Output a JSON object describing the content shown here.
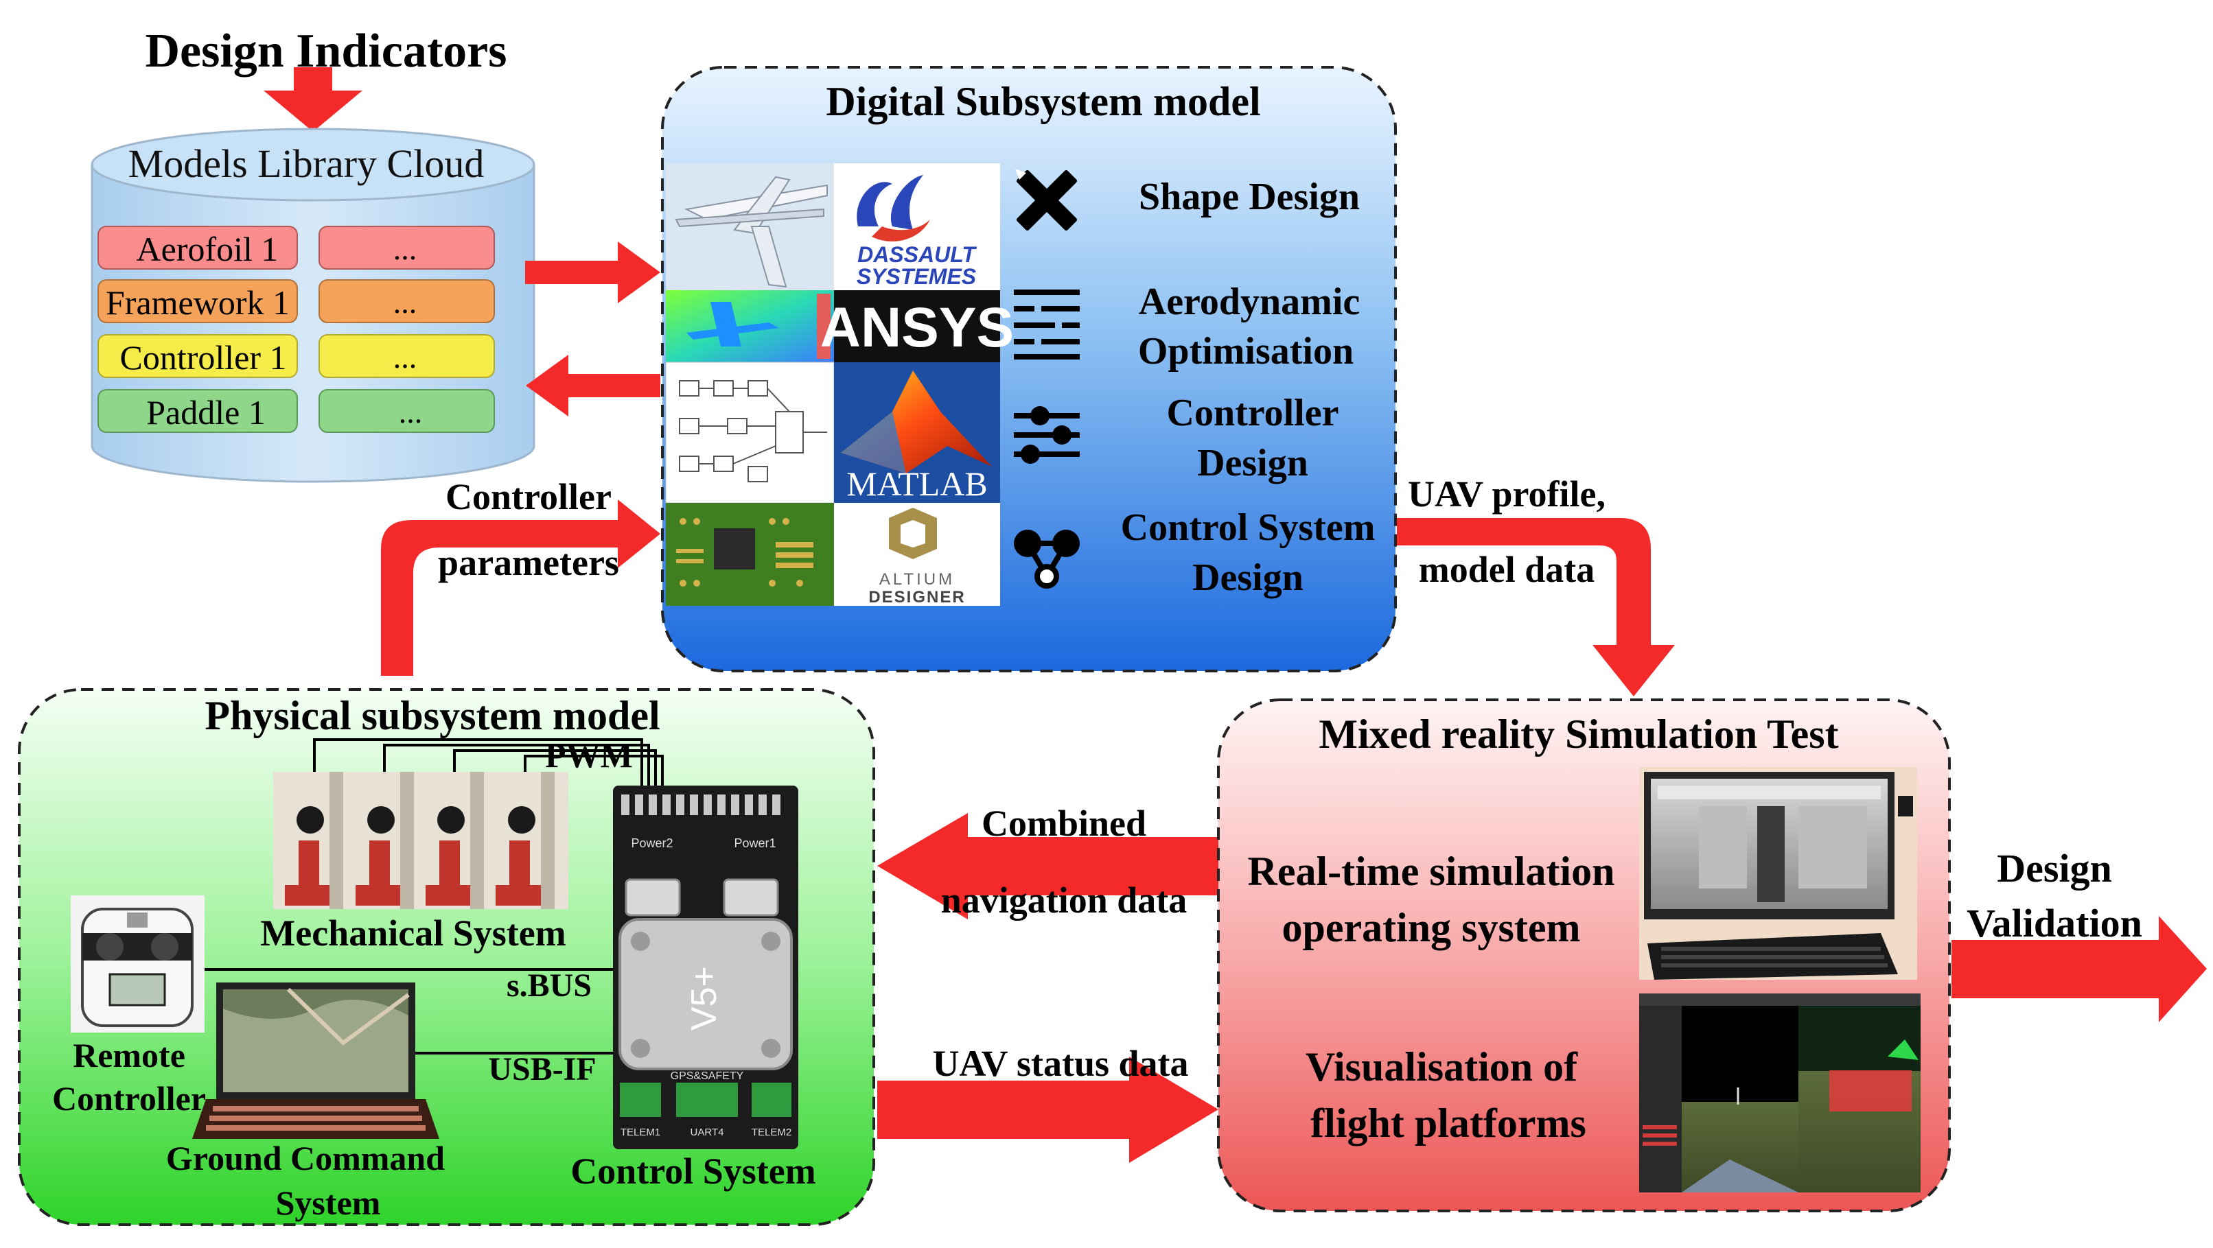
{
  "title": "Design Indicators",
  "library": {
    "title": "Models Library Cloud",
    "rows": [
      {
        "label": "Aerofoil 1",
        "more": "...",
        "color": "#f98c8c"
      },
      {
        "label": "Framework 1",
        "more": "...",
        "color": "#f5a35a"
      },
      {
        "label": "Controller 1",
        "more": "...",
        "color": "#f5ec4a"
      },
      {
        "label": "Paddle 1",
        "more": "...",
        "color": "#8fd68a"
      }
    ]
  },
  "digital": {
    "title": "Digital Subsystem model",
    "logos": {
      "dassault_line1": "DASSAULT",
      "dassault_line2": "SYSTEMES",
      "ansys": "ANSYS",
      "matlab": "MATLAB",
      "altium_line1": "ALTIUM",
      "altium_line2": "DESIGNER"
    },
    "items": [
      {
        "icon": "pencil-ruler-icon",
        "line1": "Shape Design",
        "line2": ""
      },
      {
        "icon": "sliders-horizontal-icon",
        "line1": "Aerodynamic",
        "line2": "Optimisation"
      },
      {
        "icon": "controls-icon",
        "line1": "Controller",
        "line2": "Design"
      },
      {
        "icon": "network-nodes-icon",
        "line1": "Control System",
        "line2": "Design"
      }
    ]
  },
  "physical": {
    "title": "Physical subsystem model",
    "pwm": "PWM",
    "mechanical": "Mechanical System",
    "sbus": "s.BUS",
    "usb": "USB-IF",
    "remote_line1": "Remote",
    "remote_line2": "Controller",
    "ground_line1": "Ground Command",
    "ground_line2": "System",
    "control": "Control System",
    "fc_label": "V5+",
    "fc_ports": [
      "TELEM1",
      "UART4",
      "TELEM2"
    ],
    "fc_power": [
      "Power2",
      "Power1"
    ],
    "fc_gps": "GPS&SAFETY"
  },
  "mixed": {
    "title": "Mixed reality Simulation Test",
    "item1_line1": "Real-time simulation",
    "item1_line2": "operating system",
    "item2_line1": "Visualisation of",
    "item2_line2": "flight platforms"
  },
  "arrows": {
    "controller_params_line1": "Controller",
    "controller_params_line2": "parameters",
    "uav_profile_line1": "UAV profile,",
    "uav_profile_line2": "model data",
    "combined_line1": "Combined",
    "combined_line2": "navigation data",
    "status": "UAV status data",
    "validation_line1": "Design",
    "validation_line2": "Validation"
  },
  "colors": {
    "arrow": "#f42a2a",
    "digital_top": "#e6f3ff",
    "digital_bottom": "#1e6fe0",
    "physical_top": "#f0fff0",
    "physical_bottom": "#35d32f",
    "mixed_top": "#fff2f2",
    "mixed_bottom": "#ef5a5a",
    "cylinder": "#c9e2f6"
  }
}
